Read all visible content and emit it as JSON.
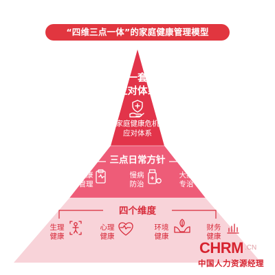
{
  "title": "“四维三点一体”的家庭健康管理模型",
  "colors": {
    "top": "#e2344a",
    "middle": "#ee5c78",
    "bottom": "#f8d3d9",
    "accent": "#d72a3a"
  },
  "top": {
    "title_line1": "一套",
    "title_line2": "应对体系",
    "icon": "shield-hand-icon",
    "sub_line1": "家庭健康危机",
    "sub_line2": "应对体系"
  },
  "middle": {
    "title": "三点日常方针",
    "items": [
      {
        "line1": "健康",
        "line2": "管理",
        "icon": "clipboard-heart-icon"
      },
      {
        "line1": "慢病",
        "line2": "防治",
        "icon": "medicine-bottle-icon"
      },
      {
        "line1": "大病",
        "line2": "专治",
        "icon": "doctor-icon"
      }
    ]
  },
  "bottom": {
    "title": "四个维度",
    "items": [
      {
        "line1": "生理",
        "line2": "健康",
        "icon": "body-scan-icon"
      },
      {
        "line1": "心理",
        "line2": "健康",
        "icon": "heart-pulse-icon"
      },
      {
        "line1": "环境",
        "line2": "健康",
        "icon": "leaf-hand-icon"
      },
      {
        "line1": "财务",
        "line2": "健康",
        "icon": "yen-chart-icon"
      }
    ]
  },
  "watermark": {
    "main": "CHRM",
    "suffix": ".CN",
    "sub": "中国人力资源经理"
  }
}
